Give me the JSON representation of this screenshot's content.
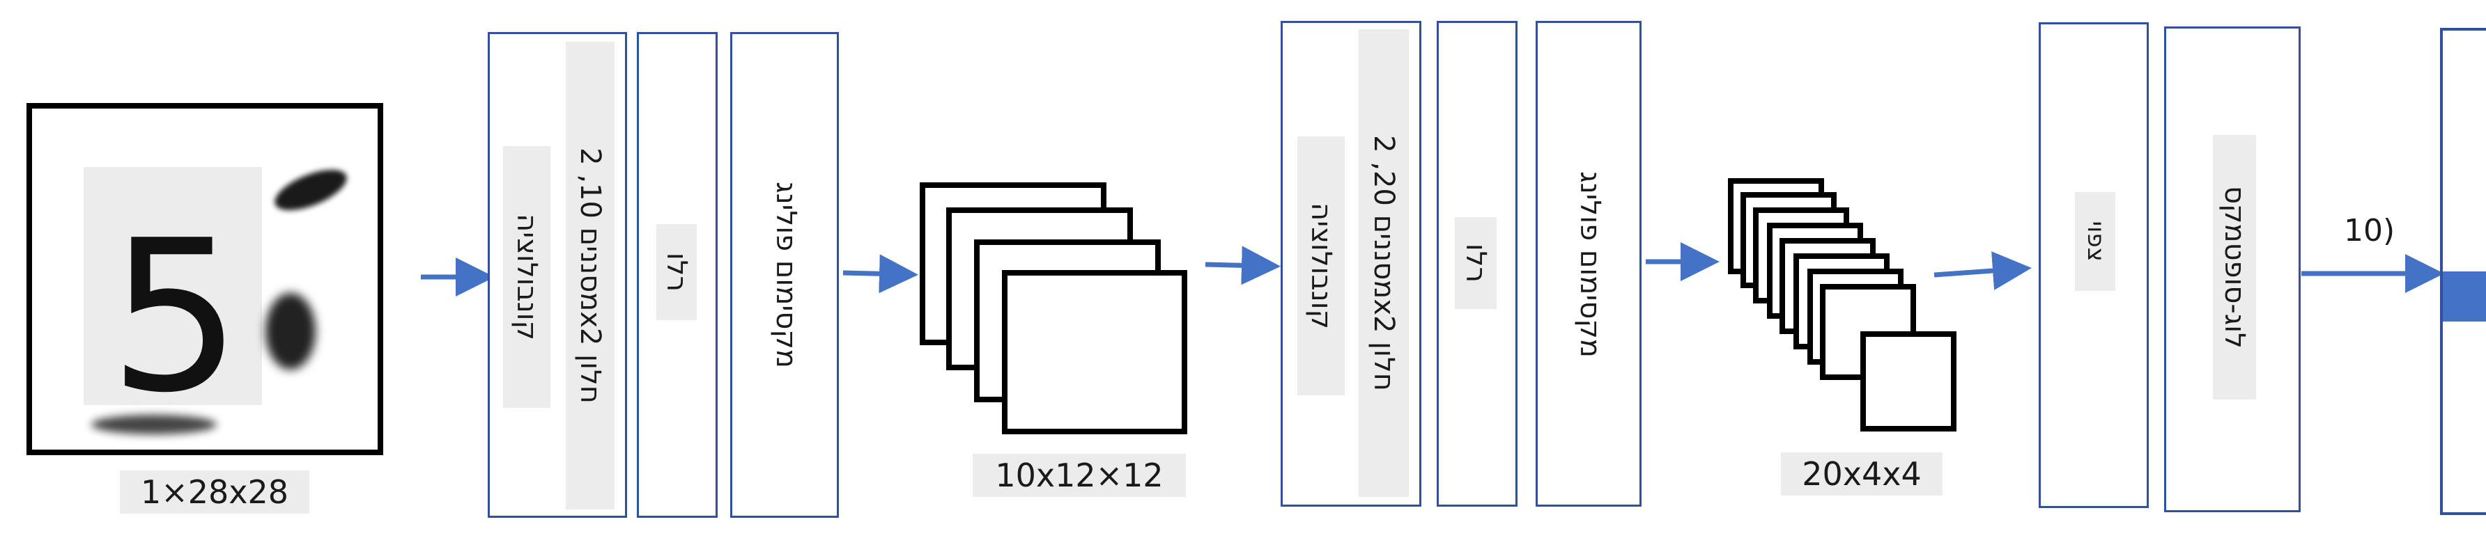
{
  "colors": {
    "box_border": "#2F52A0",
    "arrow": "#4472C4",
    "label_bg": "#ECECEC",
    "frame": "#000000"
  },
  "input": {
    "digit": "5",
    "caption": "1×28x28"
  },
  "block1": {
    "conv_line1": "קונבולוציה",
    "conv_line2": "מסננים 10, 2x2 חלון",
    "relu": "רלו",
    "pool": "מקסימום פולינג",
    "caption": "10x12×12"
  },
  "block2": {
    "conv_line1": "קונבולוציה",
    "conv_line2": "מסננים 20, 2x2 חלון",
    "relu": "רלו",
    "pool": "מקסימום פולינג",
    "caption": "20x4x4"
  },
  "flatten": "צפוי",
  "logsoftmax": "לוג-סופטמקס",
  "output_label": "10)"
}
